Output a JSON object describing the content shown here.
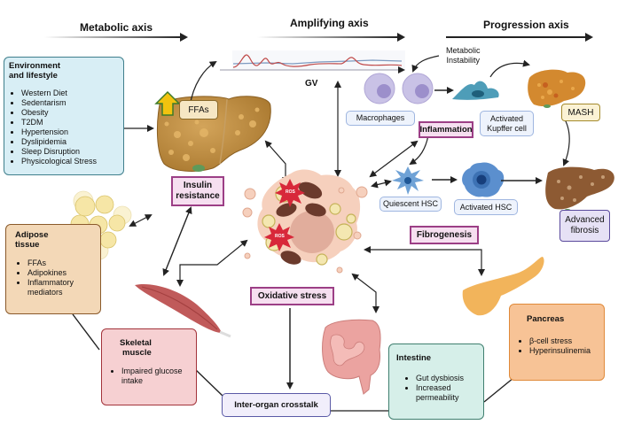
{
  "axes": {
    "metabolic": "Metabolic axis",
    "amplifying": "Amplifying axis",
    "progression": "Progression axis"
  },
  "environment": {
    "title_line1": "Environment",
    "title_line2": "and lifestyle",
    "items": [
      "Western Diet",
      "Sedentarism",
      "Obesity",
      "T2DM",
      "Hypertension",
      "Dyslipidemia",
      "Sleep Disruption",
      "Physicological Stress"
    ]
  },
  "liver": {
    "ffa_label": "FFAs"
  },
  "gv_label": "GV",
  "metabolic_instability": {
    "line1": "Metabolic",
    "line2": "Instability"
  },
  "cells": {
    "macrophages": "Macrophages",
    "kupffer_line1": "Activated",
    "kupffer_line2": "Kupffer cell",
    "quiescent_hsc": "Quiescent HSC",
    "activated_hsc": "Activated HSC"
  },
  "states": {
    "mash": "MASH",
    "advanced_fibrosis_line1": "Advanced",
    "advanced_fibrosis_line2": "fibrosis"
  },
  "processes": {
    "inflammation": "Inflammation",
    "insulin_resistance_line1": "Insulin",
    "insulin_resistance_line2": "resistance",
    "fibrogenesis": "Fibrogenesis",
    "oxidative_stress": "Oxidative stress",
    "inter_organ_crosstalk": "Inter-organ crosstalk"
  },
  "ros_label": "ROS",
  "adipose": {
    "title_line1": "Adipose",
    "title_line2": "tissue",
    "items": [
      "FFAs",
      "Adipokines",
      "Inflammatory mediators"
    ]
  },
  "skeletal_muscle": {
    "title_line1": "Skeletal",
    "title_line2": "muscle",
    "items": [
      "Impaired glucose intake"
    ]
  },
  "intestine": {
    "title": "Intestine",
    "items": [
      "Gut dysbiosis",
      "Increased permeability"
    ]
  },
  "pancreas": {
    "title": "Pancreas",
    "items": [
      "β-cell stress",
      "Hyperinsulinemia"
    ]
  },
  "colors": {
    "environment_bg": "#d8eef5",
    "environment_border": "#3f7f8c",
    "adipose_bg": "#f3d8b7",
    "adipose_border": "#8a5a2b",
    "muscle_bg": "#f6d0d2",
    "muscle_border": "#a3343b",
    "intestine_bg": "#d6efe9",
    "intestine_border": "#3f7f6f",
    "pancreas_bg": "#f7c396",
    "pancreas_border": "#e08a3a",
    "process_bg": "#f6dff0",
    "process_border": "#9c3f86"
  }
}
